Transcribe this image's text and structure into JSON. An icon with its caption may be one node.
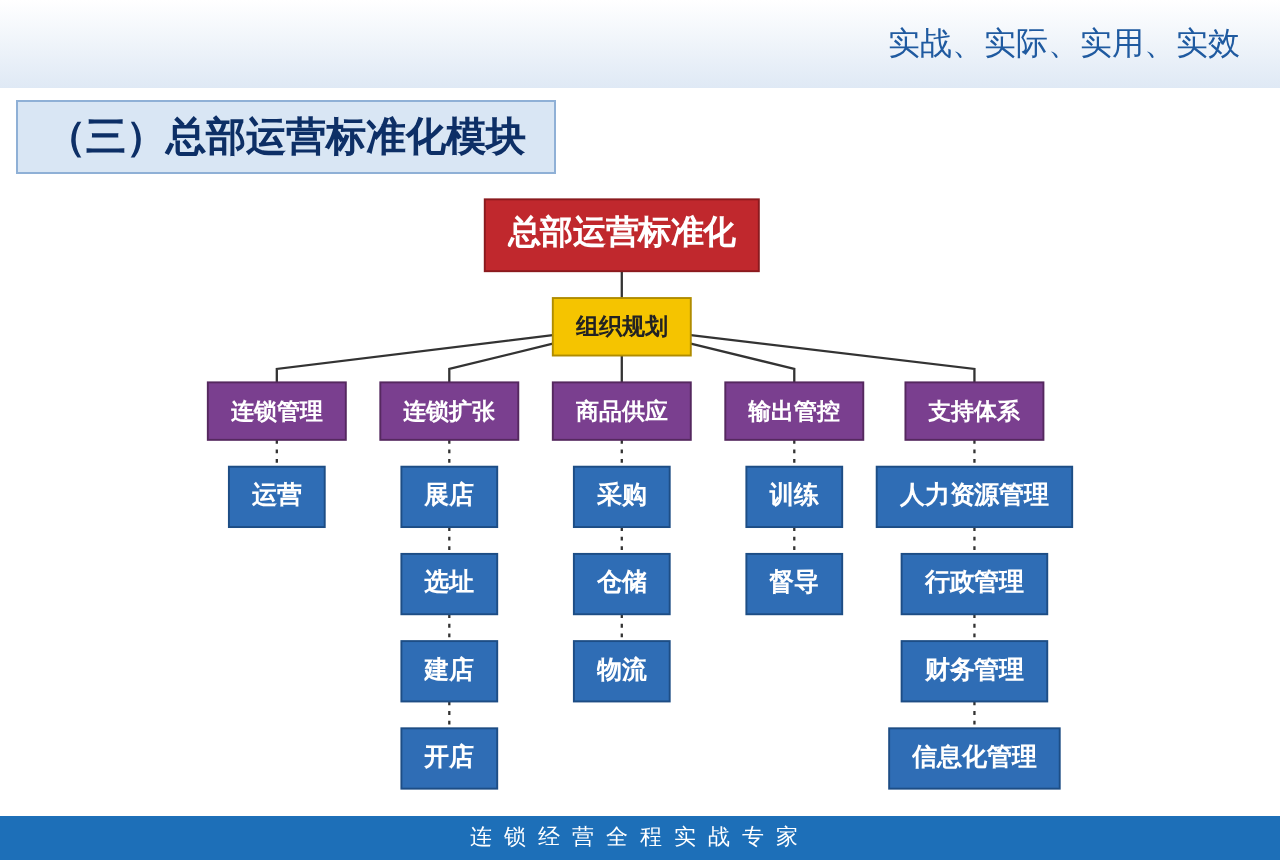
{
  "diagram": {
    "title": "（三）总部运营标准化模块",
    "nodes": [
      {
        "text": [
          "总部运营标准化"
        ]
      },
      {
        "text": [
          "组织规划"
        ]
      },
      {
        "text": [
          "连锁管理"
        ]
      },
      {
        "text": [
          "运营"
        ]
      },
      {
        "text": [
          "连锁扩张"
        ]
      },
      {
        "text": [
          "展店"
        ]
      },
      {
        "text": [
          "选址"
        ]
      },
      {
        "text": [
          "建店"
        ]
      },
      {
        "text": [
          "开店"
        ]
      },
      {
        "text": [
          "商品供应"
        ]
      },
      {
        "text": [
          "采购"
        ]
      },
      {
        "text": [
          "仓储"
        ]
      },
      {
        "text": [
          "物流"
        ]
      },
      {
        "text": [
          "输出管控"
        ]
      },
      {
        "text": [
          "训练"
        ]
      },
      {
        "text": [
          "督导"
        ]
      },
      {
        "text": [
          "支持体系"
        ]
      },
      {
        "text": [
          "人力资源管理"
        ]
      },
      {
        "text": [
          "行政管理"
        ]
      },
      {
        "text": [
          "财务管理"
        ]
      },
      {
        "text": [
          "信息化管理"
        ]
      }
    ],
    "edges": [
      {
        "from": 0,
        "to": 1,
        "arrow": "none"
      },
      {
        "from": 1,
        "to": 2,
        "arrow": "none"
      },
      {
        "from": 1,
        "to": 4,
        "arrow": "none"
      },
      {
        "from": 1,
        "to": 9,
        "arrow": "none"
      },
      {
        "from": 1,
        "to": 13,
        "arrow": "none"
      },
      {
        "from": 1,
        "to": 16,
        "arrow": "none"
      },
      {
        "from": 2,
        "to": 3,
        "arrow": "none",
        "style": "dashed"
      },
      {
        "from": 4,
        "to": 5,
        "arrow": "none",
        "style": "dashed"
      },
      {
        "from": 5,
        "to": 6,
        "arrow": "none",
        "style": "dashed"
      },
      {
        "from": 6,
        "to": 7,
        "arrow": "none",
        "style": "dashed"
      },
      {
        "from": 7,
        "to": 8,
        "arrow": "none",
        "style": "dashed"
      },
      {
        "from": 9,
        "to": 10,
        "arrow": "none",
        "style": "dashed"
      },
      {
        "from": 10,
        "to": 11,
        "arrow": "none",
        "style": "dashed"
      },
      {
        "from": 11,
        "to": 12,
        "arrow": "none",
        "style": "dashed"
      },
      {
        "from": 13,
        "to": 14,
        "arrow": "none",
        "style": "dashed"
      },
      {
        "from": 14,
        "to": 15,
        "arrow": "none",
        "style": "dashed"
      },
      {
        "from": 16,
        "to": 17,
        "arrow": "none",
        "style": "dashed"
      },
      {
        "from": 17,
        "to": 18,
        "arrow": "none",
        "style": "dashed"
      },
      {
        "from": 18,
        "to": 19,
        "arrow": "none",
        "style": "dashed"
      },
      {
        "from": 19,
        "to": 20,
        "arrow": "none",
        "style": "dashed"
      }
    ],
    "labels": [
      "实战、实际、实用、实效",
      "连锁经营全程实战专家"
    ]
  }
}
